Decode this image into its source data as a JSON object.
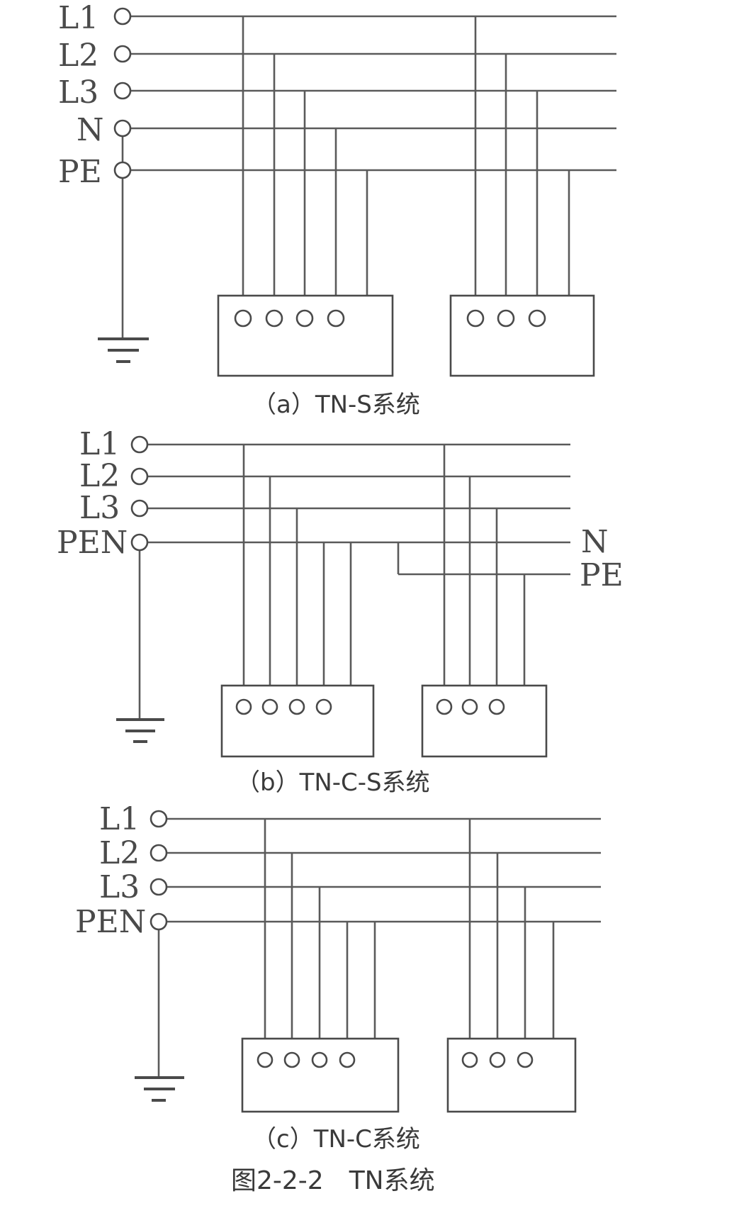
{
  "panels": [
    {
      "id": "a",
      "caption": "（a）TN-S系统",
      "source_labels": [
        "L1",
        "L2",
        "L3",
        "N",
        "PE"
      ],
      "right_labels": []
    },
    {
      "id": "b",
      "caption": "（b）TN-C-S系统",
      "source_labels": [
        "L1",
        "L2",
        "L3",
        "PEN"
      ],
      "right_labels": [
        "N",
        "PE"
      ]
    },
    {
      "id": "c",
      "caption": "（c）TN-C系统",
      "source_labels": [
        "L1",
        "L2",
        "L3",
        "PEN"
      ],
      "right_labels": []
    }
  ],
  "figure_title": "图2-2-2　TN系统"
}
